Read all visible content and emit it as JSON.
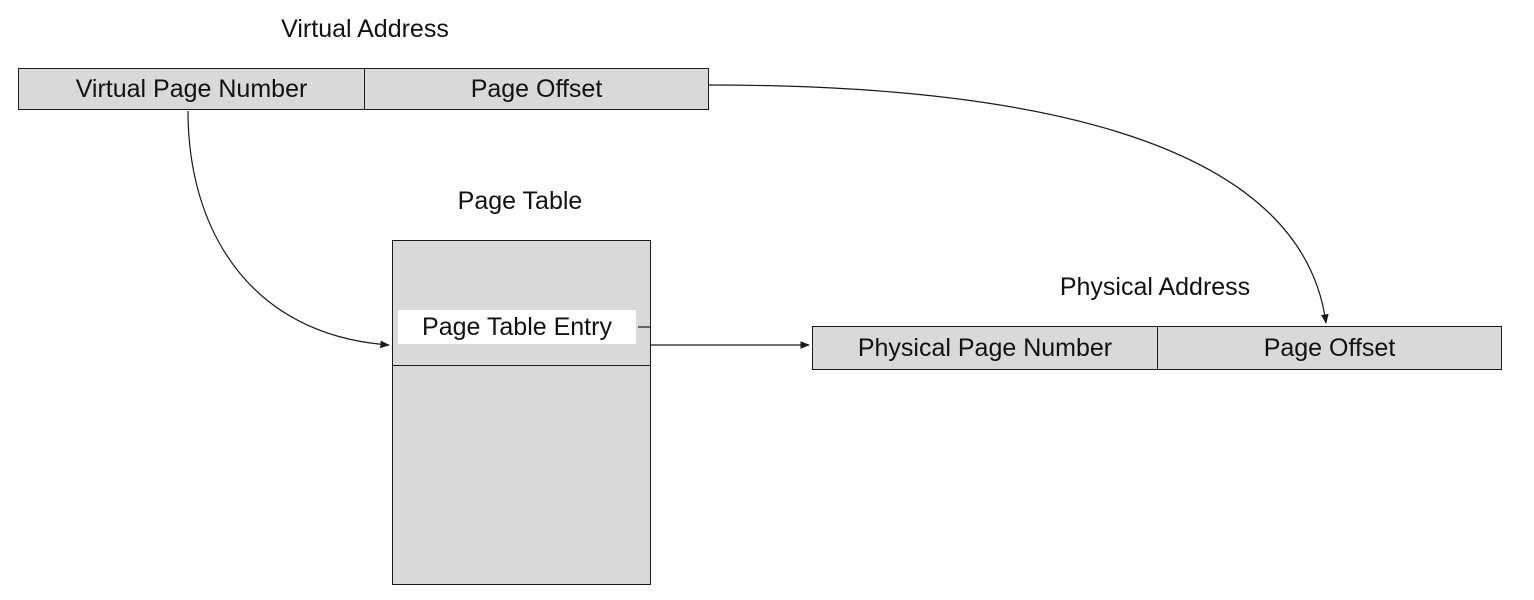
{
  "virtual_address": {
    "title": "Virtual Address",
    "fields": [
      "Virtual Page Number",
      "Page Offset"
    ]
  },
  "page_table": {
    "title": "Page Table",
    "entry_label": "Page Table Entry"
  },
  "physical_address": {
    "title": "Physical Address",
    "fields": [
      "Physical Page Number",
      "Page Offset"
    ]
  },
  "colors": {
    "box_fill": "#d9d9d9",
    "stroke": "#1a1a1a",
    "background": "#ffffff"
  }
}
